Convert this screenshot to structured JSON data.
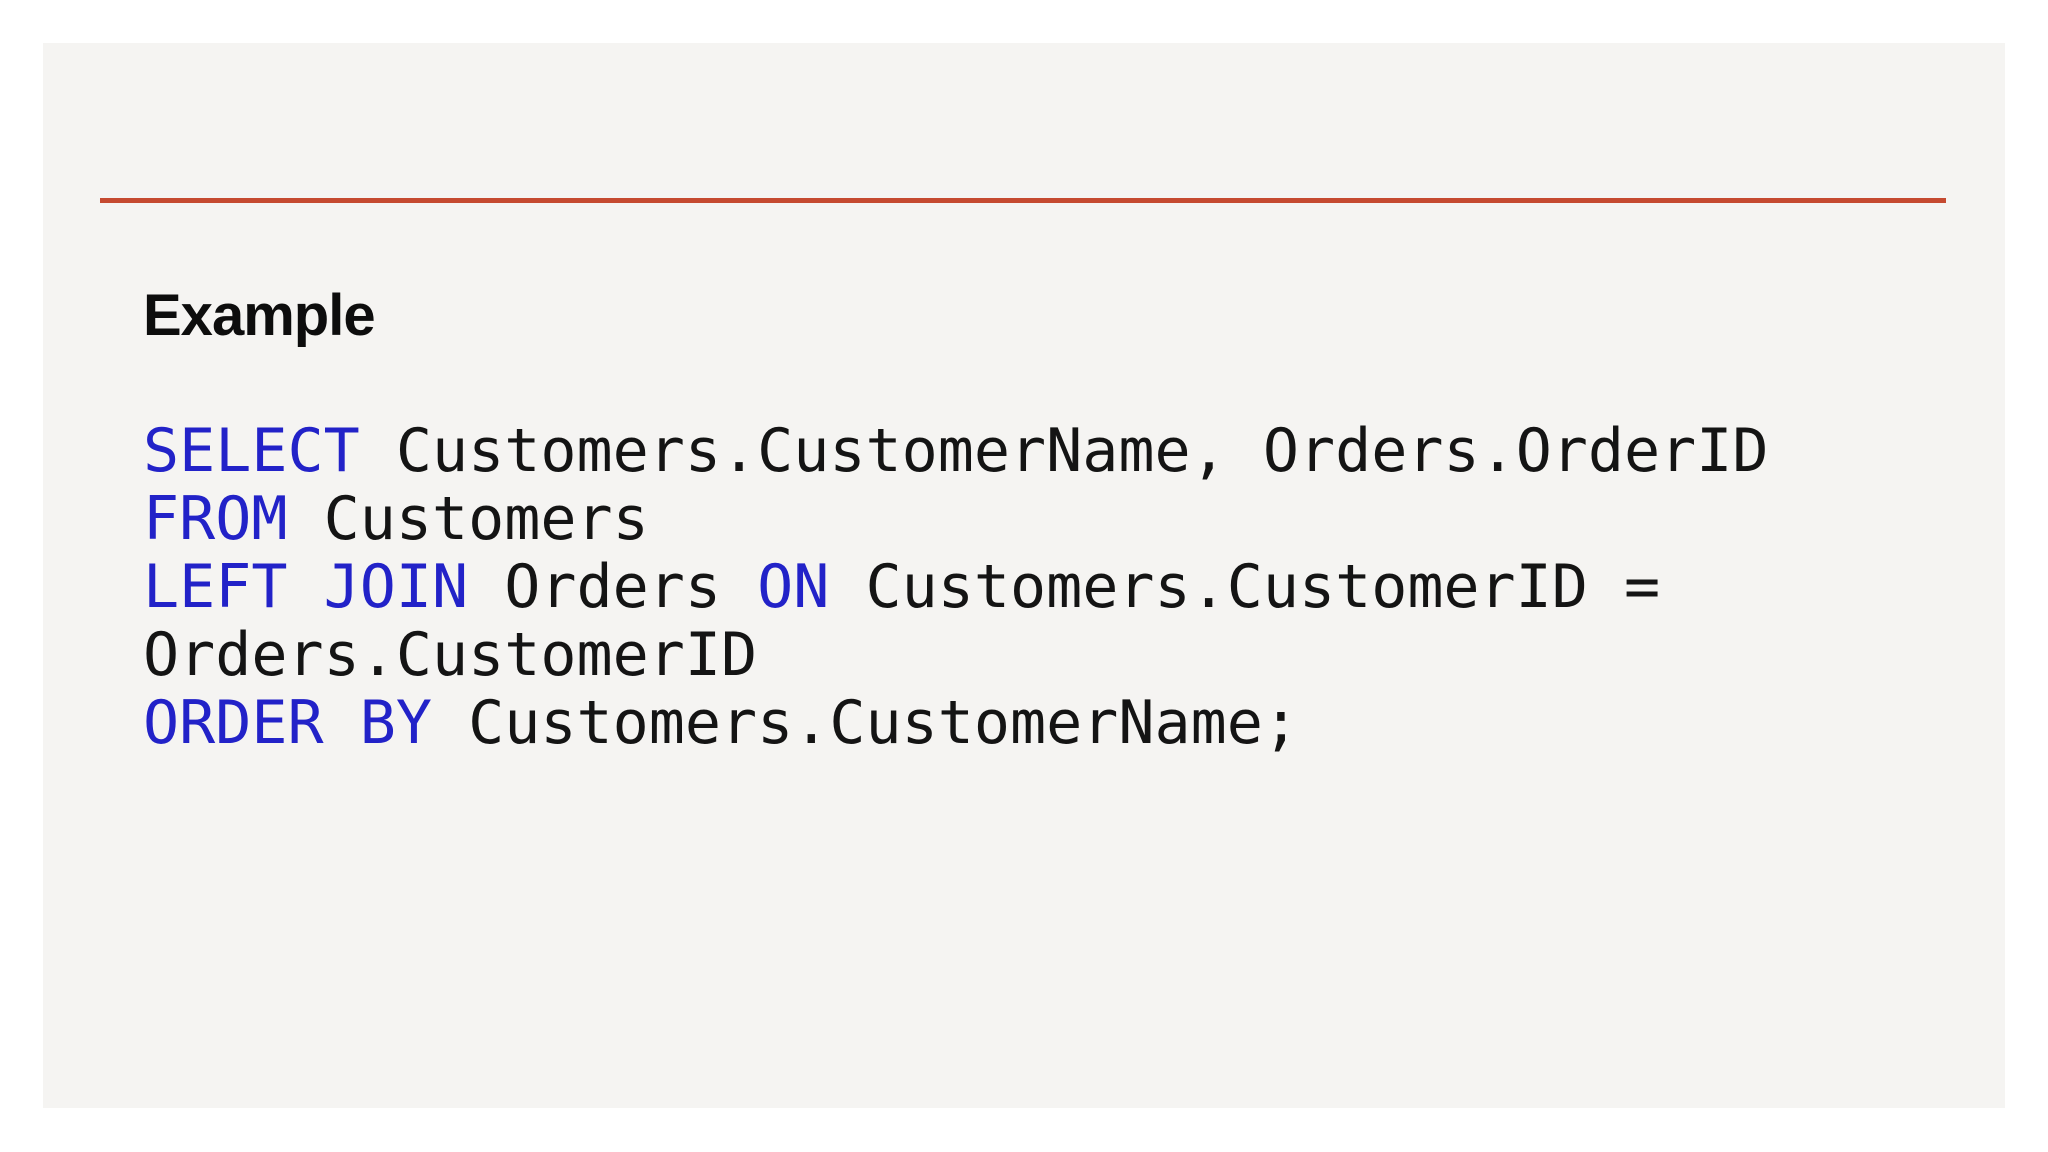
{
  "slide": {
    "heading": "Example",
    "background_color": "#f5f4f2",
    "page_background_color": "#ffffff",
    "accent_line_color": "#c54a30",
    "code": {
      "language": "sql",
      "keyword_color": "#2222c8",
      "text_color": "#141414",
      "full_text": "SELECT Customers.CustomerName, Orders.OrderID\nFROM Customers\nLEFT JOIN Orders ON Customers.CustomerID =\nOrders.CustomerID\nORDER BY Customers.CustomerName;",
      "lines": [
        {
          "segments": [
            {
              "text": "SELECT",
              "keyword": true
            },
            {
              "text": " Customers.CustomerName, Orders.OrderID",
              "keyword": false
            }
          ]
        },
        {
          "segments": [
            {
              "text": "FROM",
              "keyword": true
            },
            {
              "text": " Customers",
              "keyword": false
            }
          ]
        },
        {
          "segments": [
            {
              "text": "LEFT JOIN",
              "keyword": true
            },
            {
              "text": " Orders ",
              "keyword": false
            },
            {
              "text": "ON",
              "keyword": true
            },
            {
              "text": " Customers.CustomerID =",
              "keyword": false
            }
          ]
        },
        {
          "segments": [
            {
              "text": "Orders.CustomerID",
              "keyword": false
            }
          ]
        },
        {
          "segments": [
            {
              "text": "ORDER BY",
              "keyword": true
            },
            {
              "text": " Customers.CustomerName;",
              "keyword": false
            }
          ]
        }
      ]
    }
  }
}
